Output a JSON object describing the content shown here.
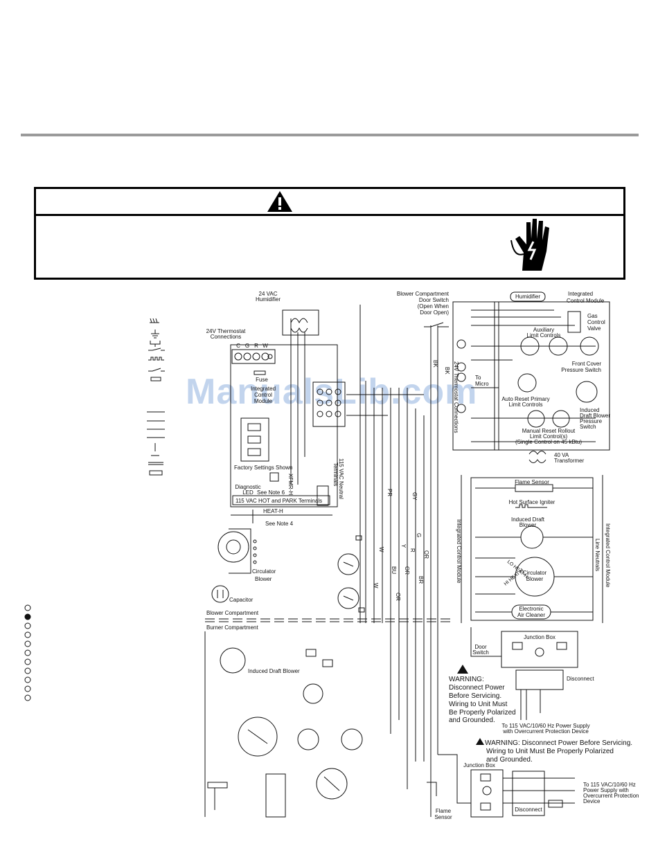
{
  "watermark": "ManualsLib.com",
  "warning_banner": {
    "icon": "warning-triangle-icon",
    "side_icon": "electric-shock-hand-icon"
  },
  "diagram": {
    "humidifier_24vac": "24 VAC",
    "humidifier_24vac_2": "Humidifier",
    "thermostat_conn_1": "24V Thermostat",
    "thermostat_conn_2": "Connections",
    "terminals": [
      "C",
      "G",
      "R",
      "W"
    ],
    "fuse": "Fuse",
    "icm_1": "Integrated",
    "icm_2": "Control",
    "icm_3": "Module",
    "factory_settings": "Factory Settings Shown",
    "diagnostic_1": "Diagnostic",
    "diagnostic_2": "LED",
    "see_note_6": "See Note 6",
    "xfmr_h": "XFMR-H",
    "neutral_1": "115 VAC Neutral",
    "neutral_2": "Terminals",
    "hot_park": "115 VAC HOT and PARK Terminals",
    "heat_h": "HEAT-H",
    "see_note_4": "See Note 4",
    "circulator_1": "Circulator",
    "circulator_2": "Blower",
    "capacitor": "Capacitor",
    "blower_compartment": "Blower Compartment",
    "burner_compartment": "Burner Compartment",
    "induced_draft_blower": "Induced Draft Blower",
    "flame_sensor_1": "Flame",
    "flame_sensor_2": "Sensor",
    "door_switch_1": "Blower Compartment",
    "door_switch_2": "Door Switch",
    "door_switch_3": "(Open When",
    "door_switch_4": "Door Open)",
    "wire_bk": "BK",
    "wire_bk2": "BK",
    "wire_pr": "PR",
    "wire_gy": "GY",
    "wire_g": "G",
    "wire_w": "W",
    "wire_y": "Y",
    "wire_r": "R",
    "wire_or": "OR",
    "wire_bu": "BU",
    "wire_or2": "OR",
    "wire_w2": "W",
    "wire_or3": "OR",
    "wire_br": "BR",
    "thermo_conn_vert": "24V Thermostat Connections",
    "humidifier_box": "Humidifier",
    "icm_label_1": "Integrated",
    "icm_label_2": "Control Module",
    "gas_valve_1": "Gas",
    "gas_valve_2": "Control",
    "gas_valve_3": "Valve",
    "aux_limit_1": "Auxiliary",
    "aux_limit_2": "Limit Controls",
    "front_cover_1": "Front Cover",
    "front_cover_2": "Pressure Switch",
    "to_micro_1": "To",
    "to_micro_2": "Micro",
    "auto_reset_1": "Auto Reset Primary",
    "auto_reset_2": "Limit Controls",
    "induced_ps_1": "Induced",
    "induced_ps_2": "Draft Blower",
    "induced_ps_3": "Pressure",
    "induced_ps_4": "Switch",
    "manual_reset_1": "Manual Reset Rollout",
    "manual_reset_2": "Limit Control(s)",
    "manual_reset_3": "(Single Control on 45 kBtu)",
    "transformer_1": "40 VA",
    "transformer_2": "Transformer",
    "flame_sensor_r": "Flame Sensor",
    "hsi": "Hot Surface Igniter",
    "idb_1": "Induced Draft",
    "idb_2": "Blower",
    "lo_heat": "LO HEAT-H",
    "hi_heat": "HI HEAT-H",
    "circ_r_1": "Circulator",
    "circ_r_2": "Blower",
    "eac_1": "Electronic",
    "eac_2": "Air Cleaner",
    "icm_vert_left": "Integrated Control Module",
    "icm_vert_right": "Integrated Control Module",
    "line_neutrals": "Line Neutrals",
    "junction_box": "Junction Box",
    "door_sw_r_1": "Door",
    "door_sw_r_2": "Switch",
    "disconnect": "Disconnect",
    "warn_r_1": "WARNING:",
    "warn_r_2": "Disconnect Power",
    "warn_r_3": "Before Servicing.",
    "warn_r_4": "Wiring to Unit Must",
    "warn_r_5": "Be Properly Polarized",
    "warn_r_6": "and Grounded.",
    "supply_r_1": "To 115 VAC/10/60 Hz Power Supply",
    "supply_r_2": "with Overcurrent Protection Device",
    "warn_b_1": "WARNING: Disconnect Power Before Servicing.",
    "warn_b_2": "Wiring to Unit Must Be Properly Polarized",
    "warn_b_3": "and Grounded.",
    "junction_box_b": "Junction Box",
    "disconnect_b": "Disconnect",
    "supply_b_1": "To 115 VAC/10/60 Hz",
    "supply_b_2": "Power Supply with",
    "supply_b_3": "Overcurrent Protection",
    "supply_b_4": "Device"
  }
}
